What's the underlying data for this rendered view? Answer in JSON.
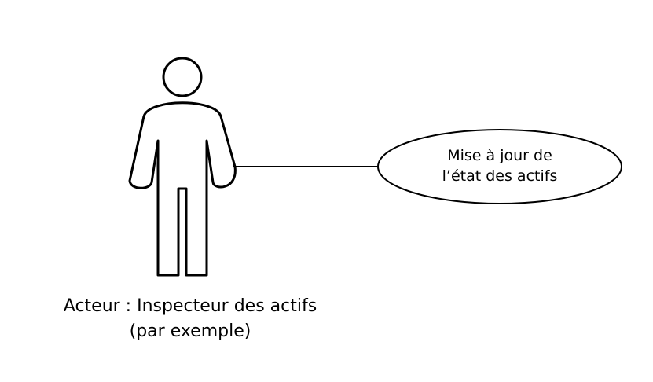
{
  "actor": {
    "label_line1": "Acteur : Inspecteur des actifs",
    "label_line2": "(par exemple)"
  },
  "use_case": {
    "label_line1": "Mise à jour de",
    "label_line2": "l’état des actifs"
  },
  "colors": {
    "stroke": "#000000",
    "background": "#ffffff"
  }
}
